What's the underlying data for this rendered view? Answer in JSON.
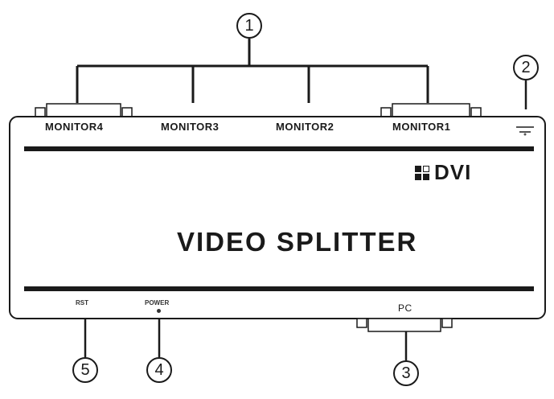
{
  "callouts": {
    "c1": "1",
    "c2": "2",
    "c3": "3",
    "c4": "4",
    "c5": "5"
  },
  "ports": {
    "monitor4": "MONITOR4",
    "monitor3": "MONITOR3",
    "monitor2": "MONITOR2",
    "monitor1": "MONITOR1",
    "pc": "PC"
  },
  "device": {
    "title": "VIDEO SPLITTER",
    "logo_text": "DVI",
    "rear_labels": {
      "left": "RST",
      "power": "POWER"
    }
  },
  "colors": {
    "ink": "#1a1a1a",
    "background": "#ffffff"
  }
}
